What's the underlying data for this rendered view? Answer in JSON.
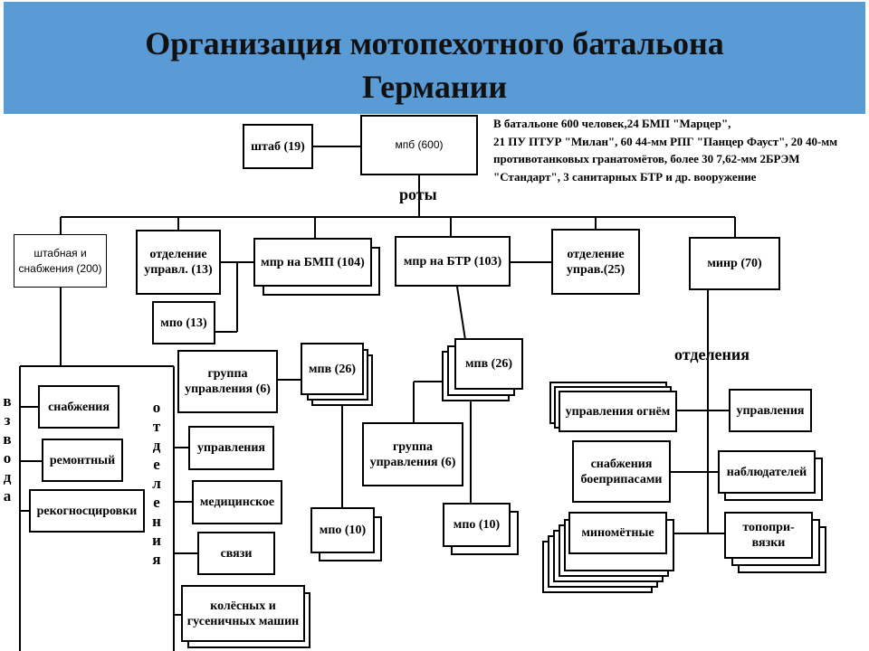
{
  "header": {
    "title_line1": "Организация мотопехотного батальона",
    "title_line2": "Германии",
    "bg_color": "#5b9bd5"
  },
  "note": {
    "line1": "В батальоне 600 человек,24 БМП \"Марцер\",",
    "line2": "21 ПУ ПТУР \"Милан\", 60 44-мм РПГ \"Панцер Фауст\", 20 40-мм",
    "line3": "противотанковых гранатомётов, более 30 7,62-мм 2БРЭМ",
    "line4": "\"Стандарт\", 3 санитарных БТР и др. вооружение"
  },
  "labels": {
    "roty": "роты",
    "otdeleniya_right": "отделения",
    "vzvoda_vertical": [
      "в",
      "з",
      "в",
      "о",
      "д",
      "а"
    ],
    "otdeleniya_vertical": [
      "о",
      "т",
      "д",
      "е",
      "л",
      "е",
      "н",
      "и",
      "я"
    ]
  },
  "nodes": {
    "mpb": "мпб (600)",
    "shtab": "штаб (19)",
    "hq_company": "штабная и снабжения (200)",
    "otd_upr_13": "отделение управл. (13)",
    "mpr_bmp": "мпр на БМП (104)",
    "mpr_btr": "мпр на БТР (103)",
    "otd_upr_25": "отделение управ.(25)",
    "minr": "минр (70)",
    "mpo_13": "мпо (13)",
    "group_upr_1": "группа управления (6)",
    "mpv_26_left": "мпв (26)",
    "mpv_26_right": "мпв (26)",
    "group_upr_2": "группа управления (6)",
    "mpo_10_left": "мпо (10)",
    "mpo_10_right": "мпо (10)",
    "snabzheniya": "снабжения",
    "remontny": "ремонтный",
    "rekognost": "рекогносцировки",
    "upravleniya_mid": "управления",
    "medical": "медицинское",
    "svyazi": "связи",
    "vehicles": "колёсных и гусеничных машин",
    "fire_control": "управления огнём",
    "ammo": "снабжения боеприпасами",
    "mortar": "миномётные",
    "upravleniya_right": "управления",
    "observers": "наблюдателей",
    "topo": "топопри-вязки"
  }
}
